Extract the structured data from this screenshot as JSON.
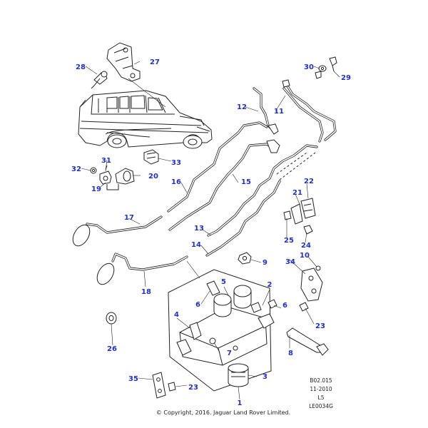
{
  "colors": {
    "callout": "#1f2fd0",
    "line": "#222222",
    "background": "#ffffff"
  },
  "callouts": [
    {
      "id": "c1",
      "label": "1"
    },
    {
      "id": "c2",
      "label": "2"
    },
    {
      "id": "c3",
      "label": "3"
    },
    {
      "id": "c4",
      "label": "4"
    },
    {
      "id": "c5",
      "label": "5"
    },
    {
      "id": "c6a",
      "label": "6"
    },
    {
      "id": "c6b",
      "label": "6"
    },
    {
      "id": "c7",
      "label": "7"
    },
    {
      "id": "c8",
      "label": "8"
    },
    {
      "id": "c9",
      "label": "9"
    },
    {
      "id": "c10",
      "label": "10"
    },
    {
      "id": "c11",
      "label": "11"
    },
    {
      "id": "c12",
      "label": "12"
    },
    {
      "id": "c13",
      "label": "13"
    },
    {
      "id": "c14",
      "label": "14"
    },
    {
      "id": "c15",
      "label": "15"
    },
    {
      "id": "c16",
      "label": "16"
    },
    {
      "id": "c17",
      "label": "17"
    },
    {
      "id": "c18",
      "label": "18"
    },
    {
      "id": "c19",
      "label": "19"
    },
    {
      "id": "c20",
      "label": "20"
    },
    {
      "id": "c21",
      "label": "21"
    },
    {
      "id": "c22",
      "label": "22"
    },
    {
      "id": "c23a",
      "label": "23"
    },
    {
      "id": "c23b",
      "label": "23"
    },
    {
      "id": "c24",
      "label": "24"
    },
    {
      "id": "c25",
      "label": "25"
    },
    {
      "id": "c26",
      "label": "26"
    },
    {
      "id": "c27",
      "label": "27"
    },
    {
      "id": "c28",
      "label": "28"
    },
    {
      "id": "c29",
      "label": "29"
    },
    {
      "id": "c30",
      "label": "30"
    },
    {
      "id": "c31",
      "label": "31"
    },
    {
      "id": "c32",
      "label": "32"
    },
    {
      "id": "c33",
      "label": "33"
    },
    {
      "id": "c34",
      "label": "34"
    },
    {
      "id": "c35",
      "label": "35"
    }
  ],
  "meta": {
    "ref": "B02.015",
    "date": "11-2010",
    "level": "L5",
    "code": "LE0034G"
  },
  "copyright": "© Copyright, 2016. Jaguar Land Rover Limited."
}
